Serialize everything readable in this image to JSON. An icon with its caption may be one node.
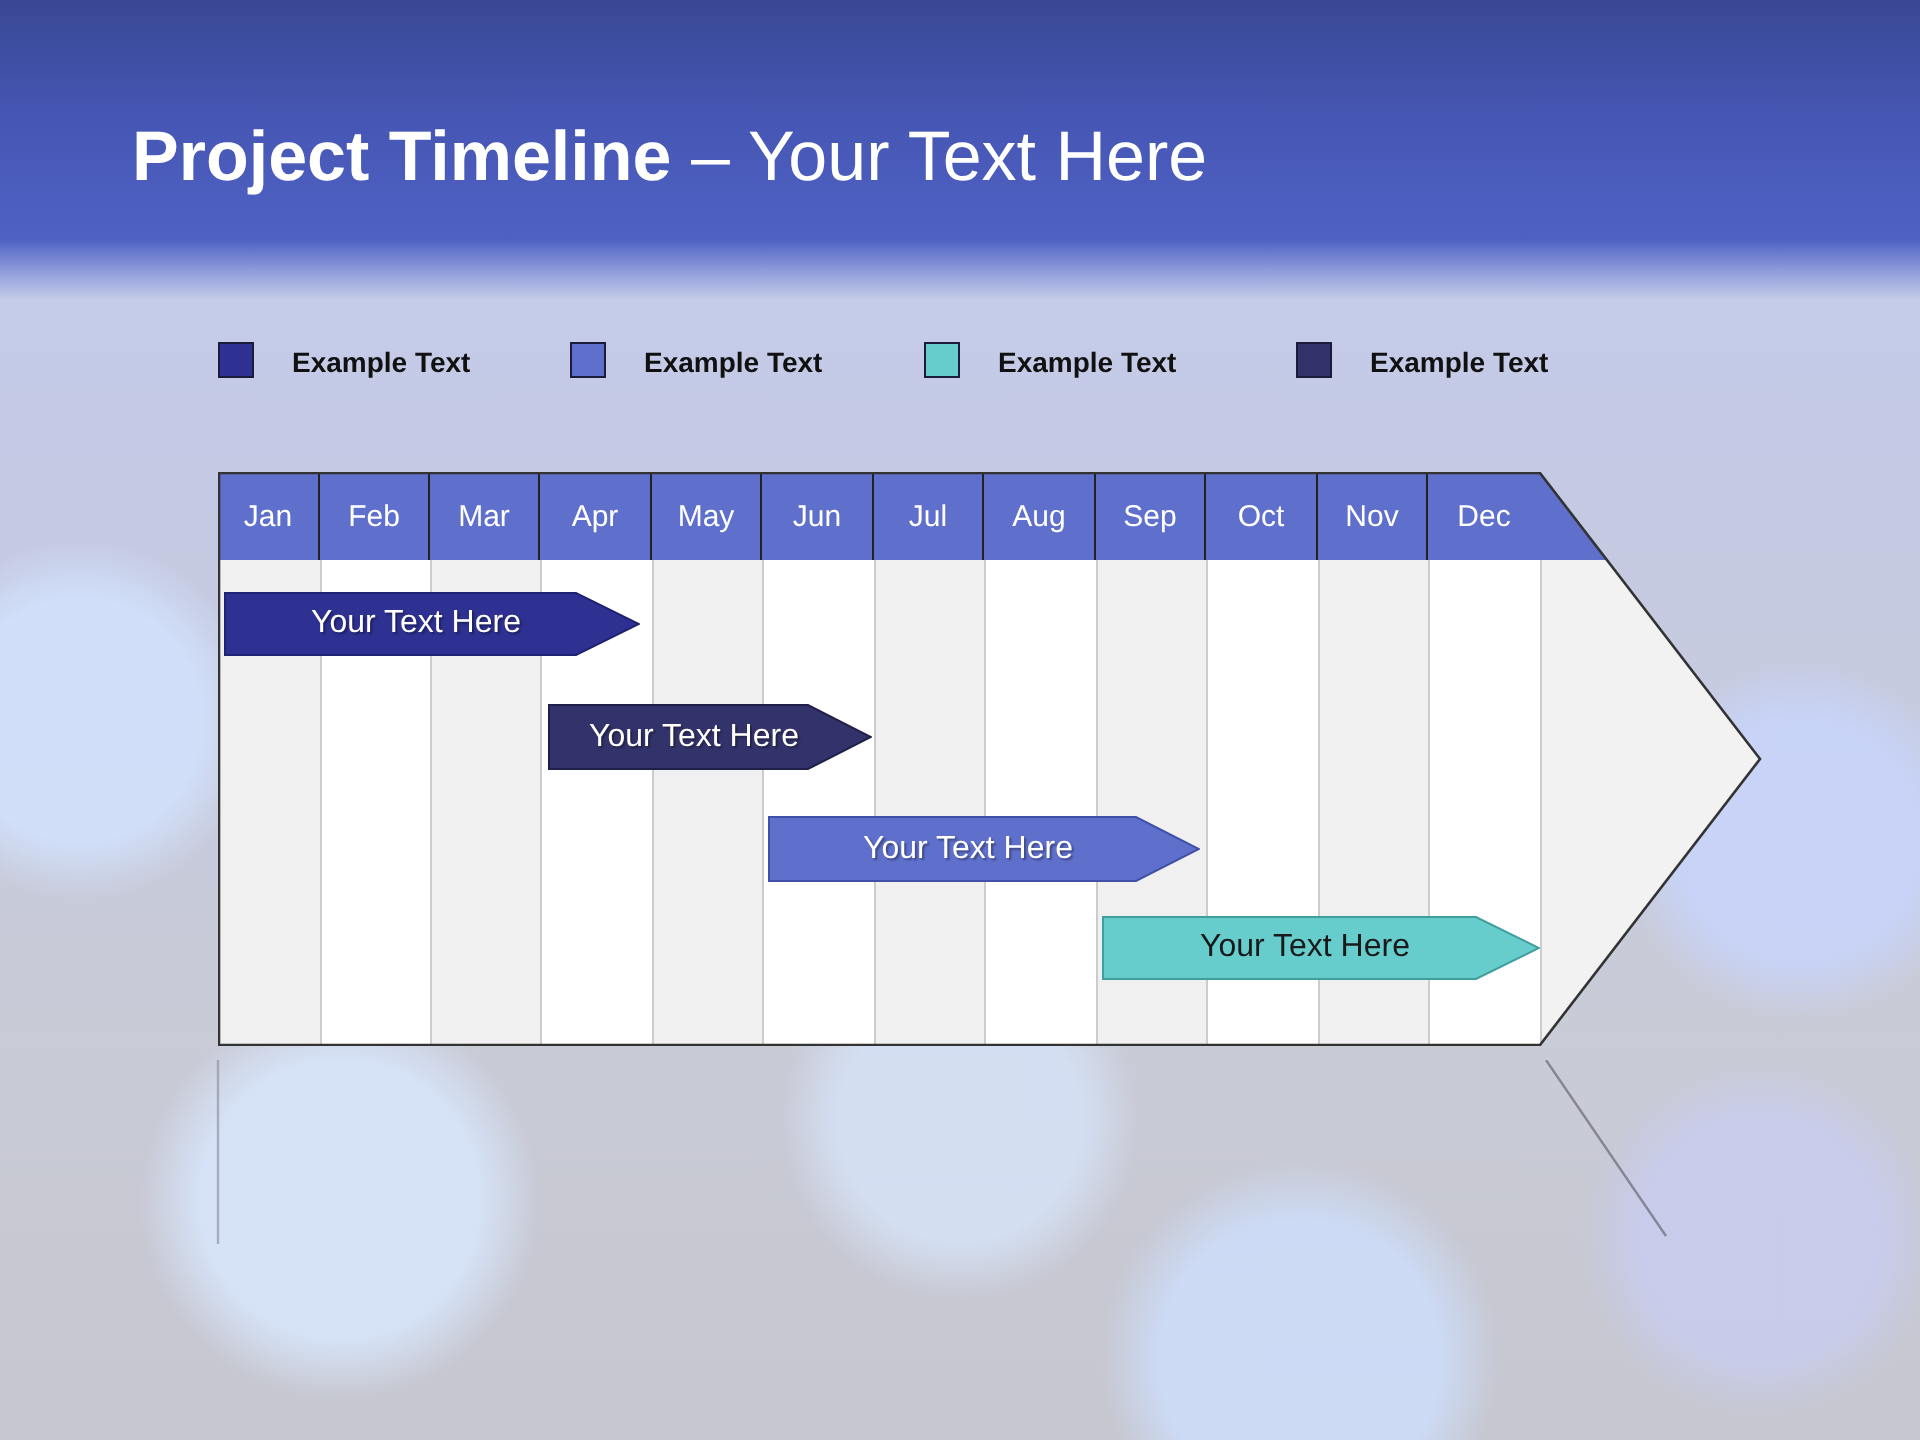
{
  "diagram": {
    "title": "**Project Timeline** – Your Text Here",
    "nodes": [
      {
        "text": [],
        "shape": "arrow"
      },
      {
        "text": [
          "Jan"
        ],
        "in": 0
      },
      {
        "text": [
          "Feb"
        ],
        "in": 0
      },
      {
        "text": [
          "Mar"
        ],
        "in": 0
      },
      {
        "text": [
          "Apr"
        ],
        "in": 0
      },
      {
        "text": [
          "May"
        ],
        "in": 0
      },
      {
        "text": [
          "Jun"
        ],
        "in": 0
      },
      {
        "text": [
          "Jul"
        ],
        "in": 0
      },
      {
        "text": [
          "Aug"
        ],
        "in": 0
      },
      {
        "text": [
          "Sep"
        ],
        "in": 0
      },
      {
        "text": [
          "Oct"
        ],
        "in": 0
      },
      {
        "text": [
          "Nov"
        ],
        "in": 0
      },
      {
        "text": [
          "Dec"
        ],
        "in": 0
      },
      {
        "text": [
          "Your Text Here"
        ],
        "in": 0
      },
      {
        "text": [
          "Your Text Here"
        ],
        "in": 0
      },
      {
        "text": [
          "Your Text Here"
        ],
        "in": 0
      },
      {
        "text": [
          "Your Text Here"
        ],
        "in": 0
      }
    ],
    "legend": [
      {
        "text": "Example Text",
        "color": "#2e3192"
      },
      {
        "text": "Example Text",
        "color": "#5f6fcc"
      },
      {
        "text": "Example Text",
        "color": "#66cccc"
      },
      {
        "text": "Example Text",
        "color": "#33336b"
      }
    ]
  }
}
